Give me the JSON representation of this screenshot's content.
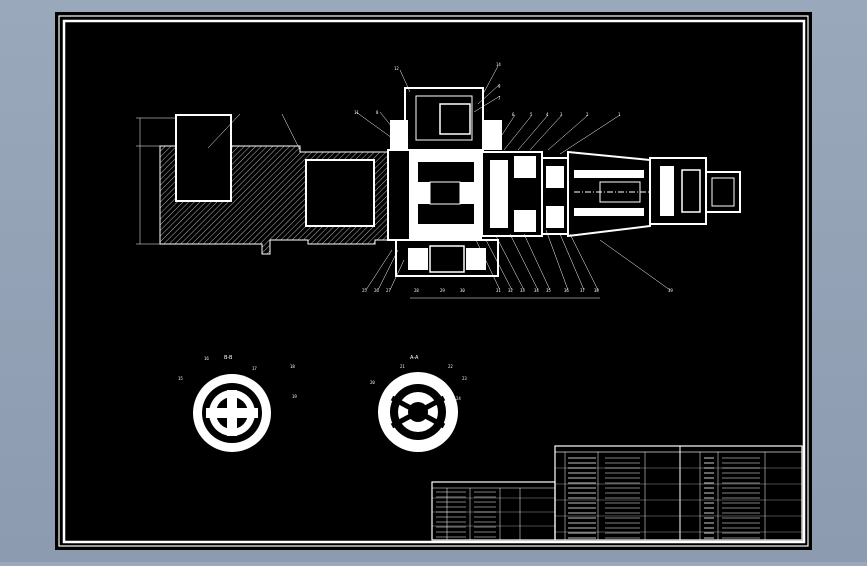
{
  "drawing": {
    "section_labels": {
      "left": "B-B",
      "right": "A-A"
    },
    "balloons_main_top": [
      "12",
      "14",
      "11",
      "9",
      "8",
      "7",
      "6",
      "5",
      "4",
      "3",
      "2",
      "1"
    ],
    "balloons_main_bottom": [
      "25",
      "26",
      "27",
      "28",
      "29",
      "30",
      "31",
      "32",
      "33",
      "34",
      "35",
      "36",
      "37",
      "38",
      "39"
    ],
    "balloons_section_left": [
      "15",
      "16",
      "17",
      "18",
      "19"
    ],
    "balloons_section_right": [
      "20",
      "21",
      "22",
      "23",
      "24"
    ]
  },
  "colors": {
    "background": "#000000",
    "lines": "#ffffff",
    "viewport_frame": "#c8d2de"
  }
}
